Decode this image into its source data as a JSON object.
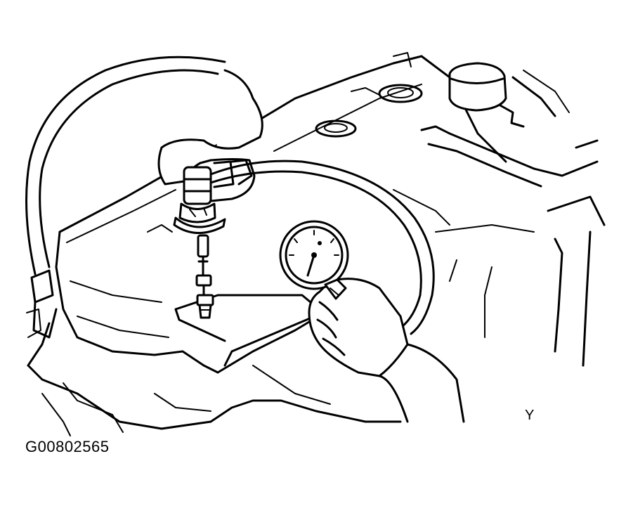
{
  "figure": {
    "code": "G00802565",
    "corner_mark": "Y"
  },
  "illustration": {
    "subject": "engine-compression-test",
    "parts": [
      "engine-head-cover",
      "radiator-cap",
      "compression-gauge",
      "gauge-hose",
      "spark-plug-adapter",
      "spark-plug",
      "hands",
      "coolant-hose"
    ]
  }
}
